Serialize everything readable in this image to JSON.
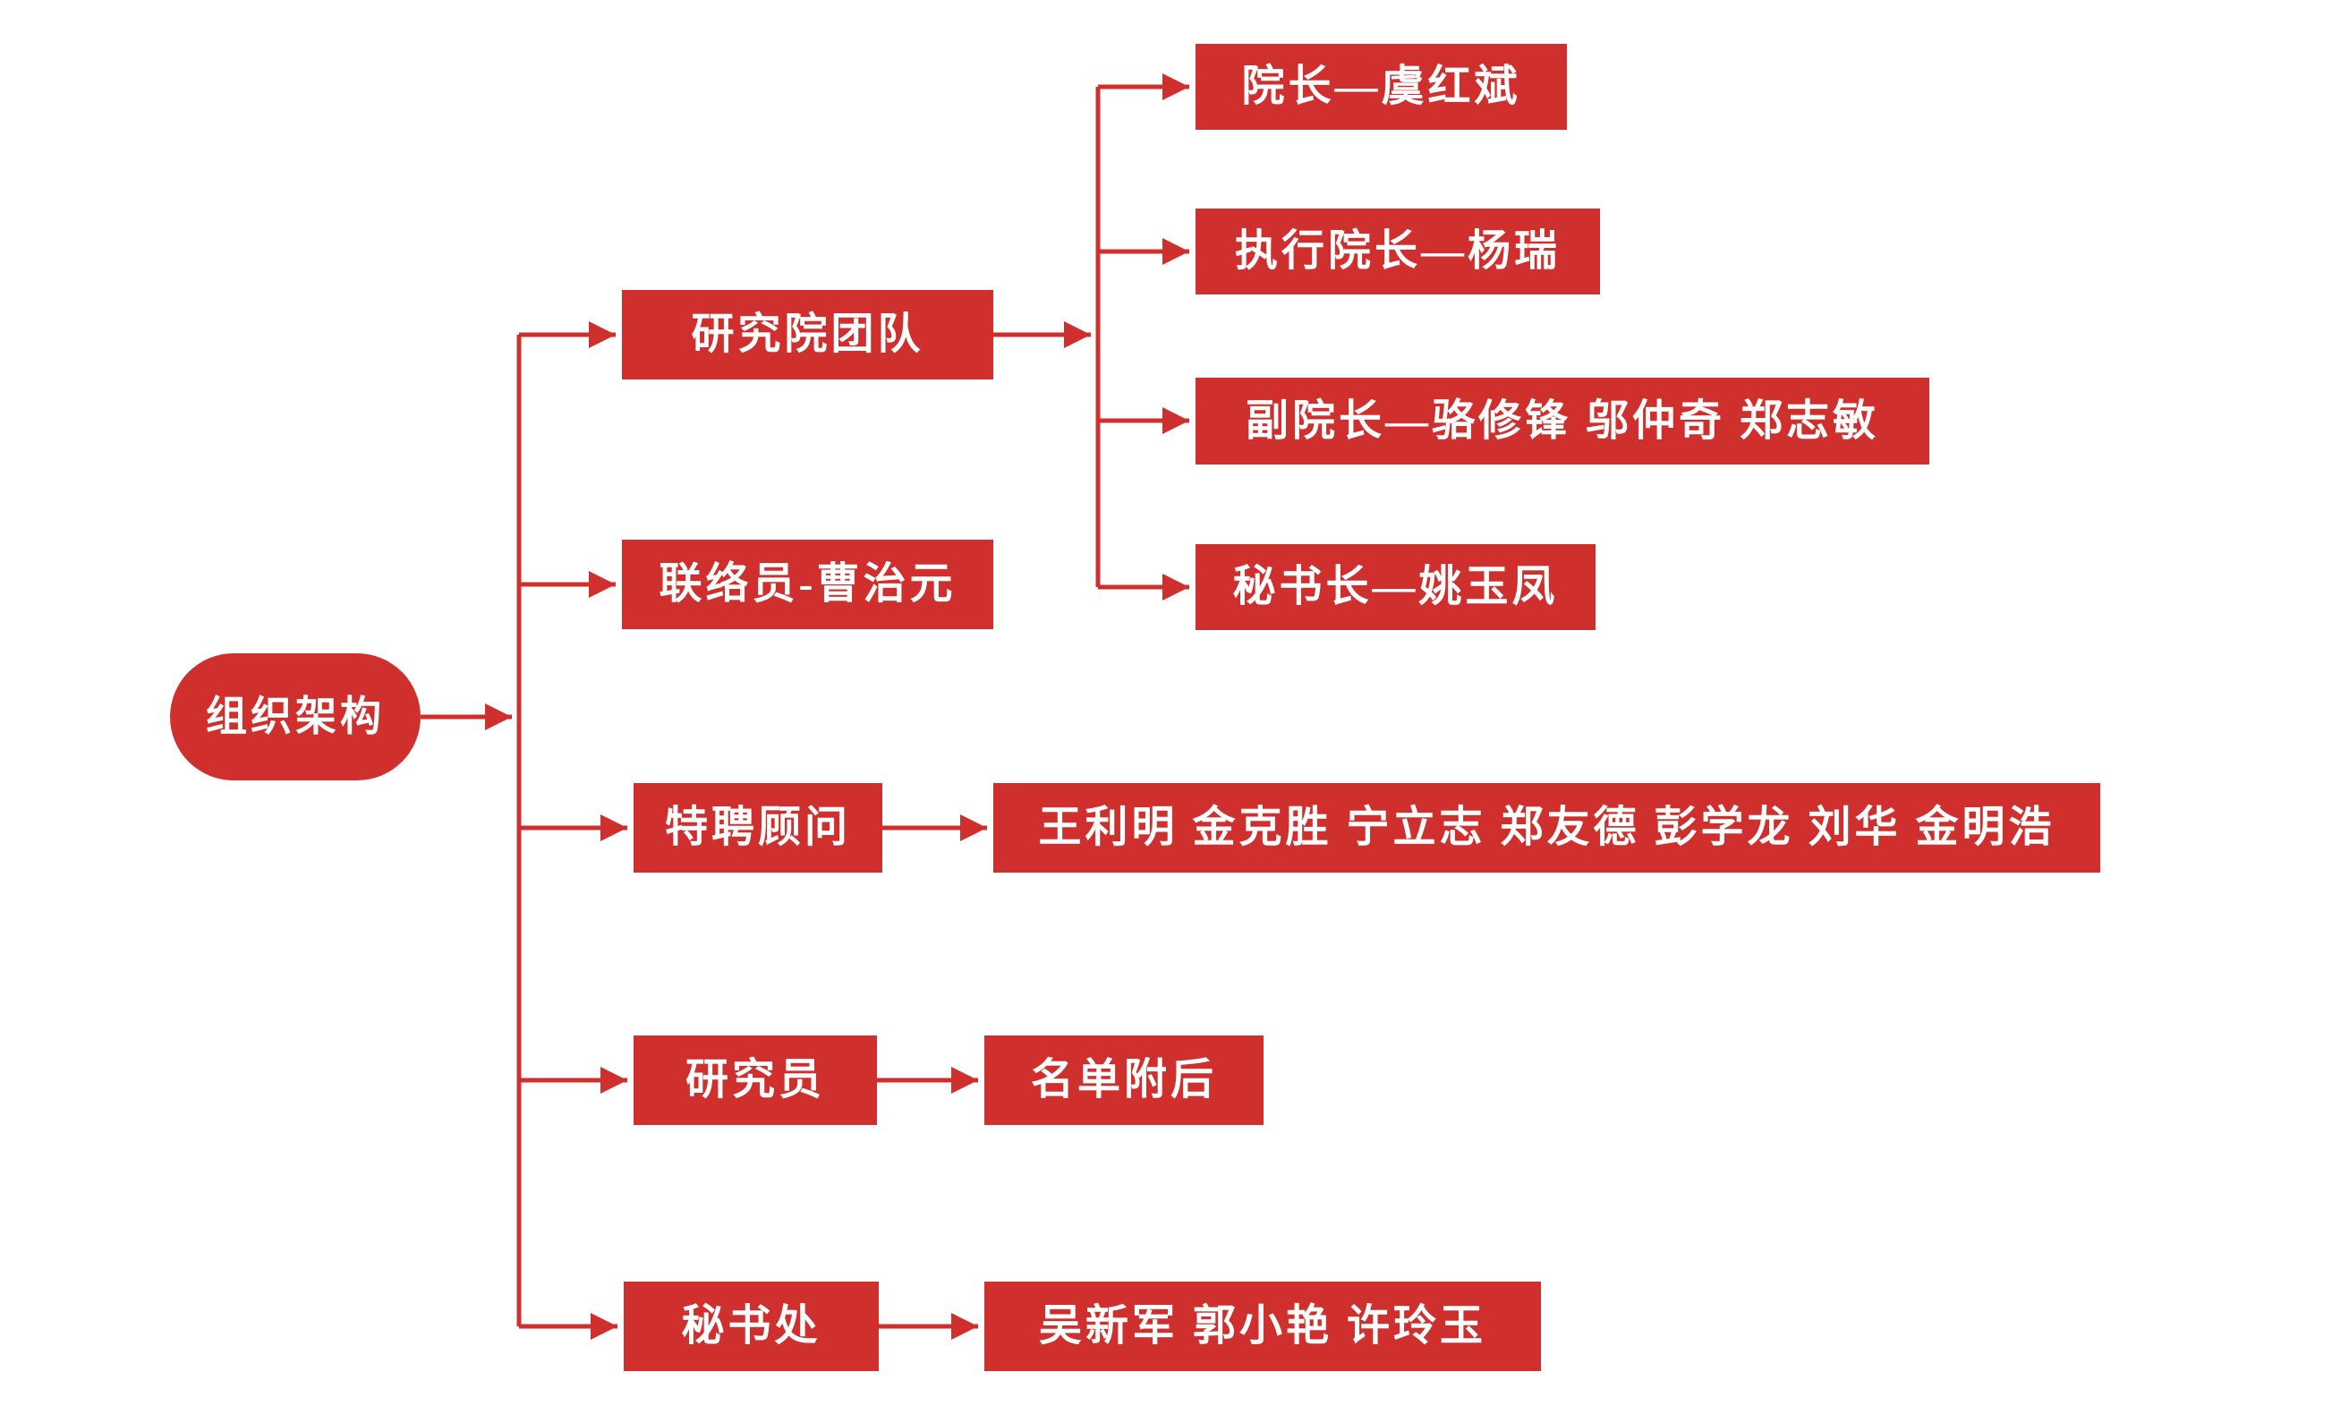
{
  "colors": {
    "accent": "#d0302d",
    "node_text": "#ffffff",
    "background": "#ffffff"
  },
  "root": {
    "label": "组织架构"
  },
  "branches": [
    {
      "label": "研究院团队",
      "children": [
        {
          "label": "院长—虞红斌"
        },
        {
          "label": "执行院长—杨瑞"
        },
        {
          "label": "副院长—骆修锋 邬仲奇 郑志敏"
        },
        {
          "label": "秘书长—姚玉凤"
        }
      ]
    },
    {
      "label": "联络员-曹治元",
      "children": []
    },
    {
      "label": "特聘顾问",
      "children": [
        {
          "label": "王利明 金克胜 宁立志 郑友德 彭学龙 刘华 金明浩"
        }
      ]
    },
    {
      "label": "研究员",
      "children": [
        {
          "label": "名单附后"
        }
      ]
    },
    {
      "label": "秘书处",
      "children": [
        {
          "label": "吴新军 郭小艳 许玲玉"
        }
      ]
    }
  ]
}
